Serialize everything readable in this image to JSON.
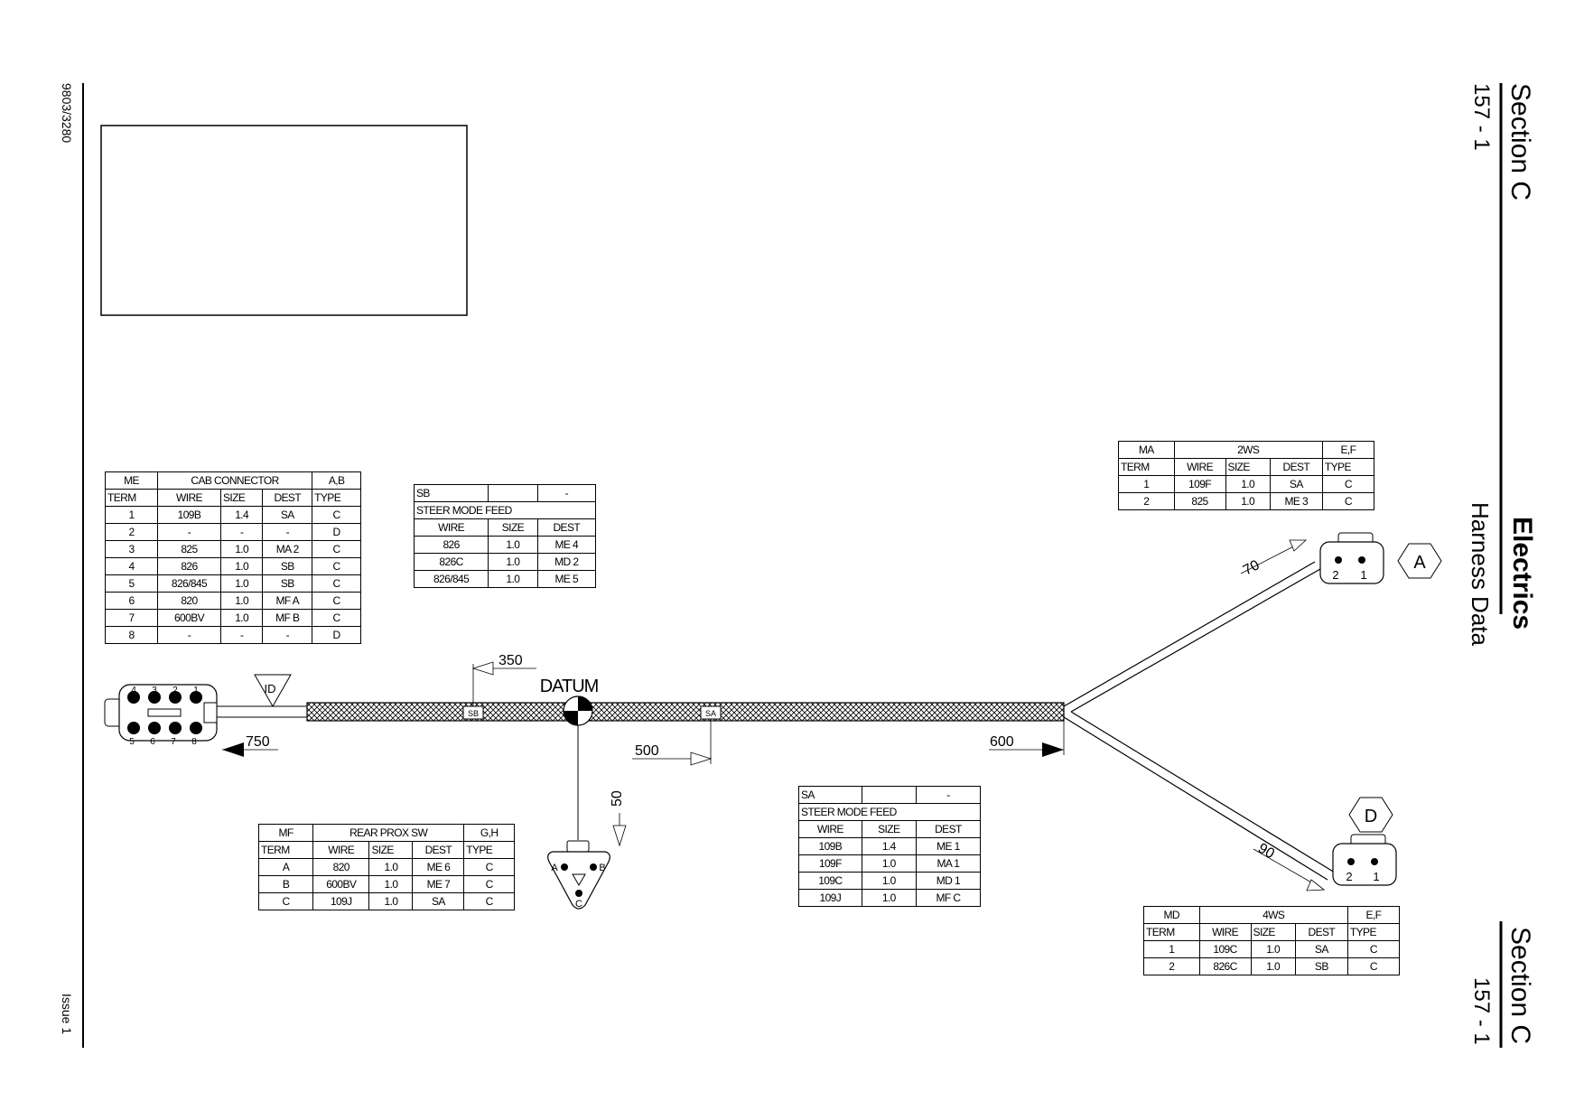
{
  "page": {
    "section_top": "Section C",
    "page_top": "157 - 1",
    "section_bottom": "Section C",
    "page_bottom": "157 - 1",
    "title": "Electrics",
    "subtitle": "Harness Data",
    "doc_number": "9803/3280",
    "issue": "Issue 1"
  },
  "diagram": {
    "datum": "DATUM",
    "id_label": "ID",
    "dims": {
      "d350": "350",
      "d750": "750",
      "d500": "500",
      "d600": "600",
      "d50": "50",
      "d70": "70",
      "d90": "90"
    },
    "splice_sb": "SB",
    "splice_sa": "SA",
    "hex_a": "A",
    "hex_d": "D",
    "cab_pins": [
      "1",
      "2",
      "3",
      "4",
      "5",
      "6",
      "7",
      "8"
    ],
    "two_pin": [
      "2",
      "1"
    ],
    "tri_pins": [
      "A",
      "B",
      "C"
    ]
  },
  "tables": {
    "me": {
      "head": [
        "ME",
        "CAB CONNECTOR",
        "A,B"
      ],
      "cols": [
        "TERM",
        "WIRE",
        "SIZE",
        "DEST",
        "TYPE"
      ],
      "rows": [
        [
          "1",
          "109B",
          "1.4",
          "SA",
          "C"
        ],
        [
          "2",
          "-",
          "-",
          "-",
          "D"
        ],
        [
          "3",
          "825",
          "1.0",
          "MA 2",
          "C"
        ],
        [
          "4",
          "826",
          "1.0",
          "SB",
          "C"
        ],
        [
          "5",
          "826/845",
          "1.0",
          "SB",
          "C"
        ],
        [
          "6",
          "820",
          "1.0",
          "MF A",
          "C"
        ],
        [
          "7",
          "600BV",
          "1.0",
          "MF B",
          "C"
        ],
        [
          "8",
          "-",
          "-",
          "-",
          "D"
        ]
      ]
    },
    "sb": {
      "head": [
        "SB",
        "",
        "-"
      ],
      "subtitle": "STEER MODE FEED",
      "cols": [
        "WIRE",
        "SIZE",
        "DEST"
      ],
      "rows": [
        [
          "826",
          "1.0",
          "ME 4"
        ],
        [
          "826C",
          "1.0",
          "MD 2"
        ],
        [
          "826/845",
          "1.0",
          "ME 5"
        ]
      ]
    },
    "ma": {
      "head": [
        "MA",
        "2WS",
        "E,F"
      ],
      "cols": [
        "TERM",
        "WIRE",
        "SIZE",
        "DEST",
        "TYPE"
      ],
      "rows": [
        [
          "1",
          "109F",
          "1.0",
          "SA",
          "C"
        ],
        [
          "2",
          "825",
          "1.0",
          "ME 3",
          "C"
        ]
      ]
    },
    "mf": {
      "head": [
        "MF",
        "REAR PROX SW",
        "G,H"
      ],
      "cols": [
        "TERM",
        "WIRE",
        "SIZE",
        "DEST",
        "TYPE"
      ],
      "rows": [
        [
          "A",
          "820",
          "1.0",
          "ME 6",
          "C"
        ],
        [
          "B",
          "600BV",
          "1.0",
          "ME 7",
          "C"
        ],
        [
          "C",
          "109J",
          "1.0",
          "SA",
          "C"
        ]
      ]
    },
    "sa": {
      "head": [
        "SA",
        "",
        "-"
      ],
      "subtitle": "STEER MODE FEED",
      "cols": [
        "WIRE",
        "SIZE",
        "DEST"
      ],
      "rows": [
        [
          "109B",
          "1.4",
          "ME 1"
        ],
        [
          "109F",
          "1.0",
          "MA 1"
        ],
        [
          "109C",
          "1.0",
          "MD 1"
        ],
        [
          "109J",
          "1.0",
          "MF C"
        ]
      ]
    },
    "md": {
      "head": [
        "MD",
        "4WS",
        "E,F"
      ],
      "cols": [
        "TERM",
        "WIRE",
        "SIZE",
        "DEST",
        "TYPE"
      ],
      "rows": [
        [
          "1",
          "109C",
          "1.0",
          "SA",
          "C"
        ],
        [
          "2",
          "826C",
          "1.0",
          "SB",
          "C"
        ]
      ]
    }
  }
}
